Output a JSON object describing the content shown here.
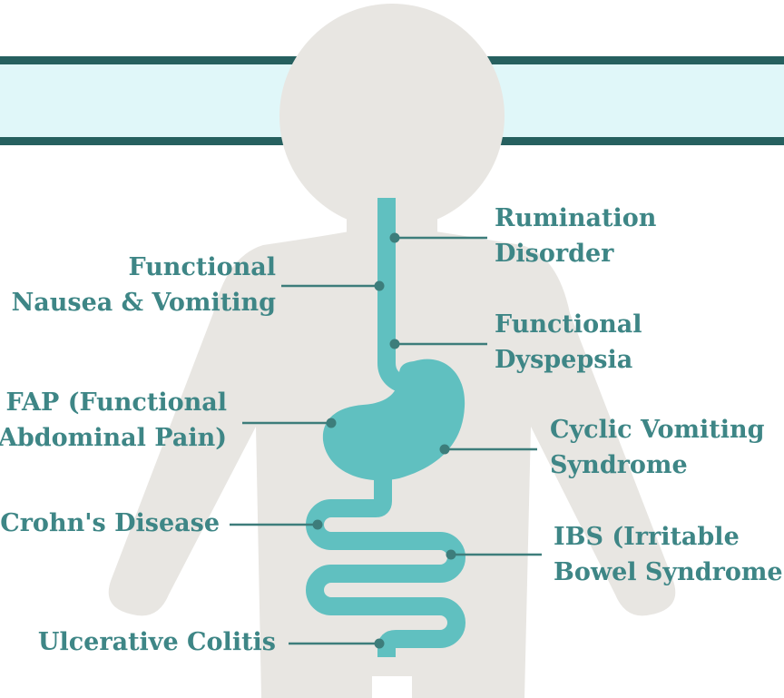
{
  "colors": {
    "band_fill": "#e0f7f9",
    "band_border": "#26605f",
    "body": "#e8e6e2",
    "tract": "#60c0c0",
    "leader": "#3d7d7b",
    "text": "#3e8686"
  },
  "labels": {
    "rumination": {
      "line1": "Rumination",
      "line2": "Disorder"
    },
    "functional_nausea": {
      "line1": "Functional",
      "line2": "Nausea & Vomiting"
    },
    "functional_dyspepsia": {
      "line1": "Functional",
      "line2": "Dyspepsia"
    },
    "fap": {
      "line1": "FAP (Functional",
      "line2": "Abdominal Pain)"
    },
    "cyclic_vomiting": {
      "line1": "Cyclic Vomiting",
      "line2": "Syndrome"
    },
    "crohns": {
      "line1": "Crohn's Disease"
    },
    "ibs": {
      "line1": "IBS (Irritable",
      "line2": "Bowel Syndrome)"
    },
    "ulcerative_colitis": {
      "line1": "Ulcerative Colitis"
    }
  }
}
